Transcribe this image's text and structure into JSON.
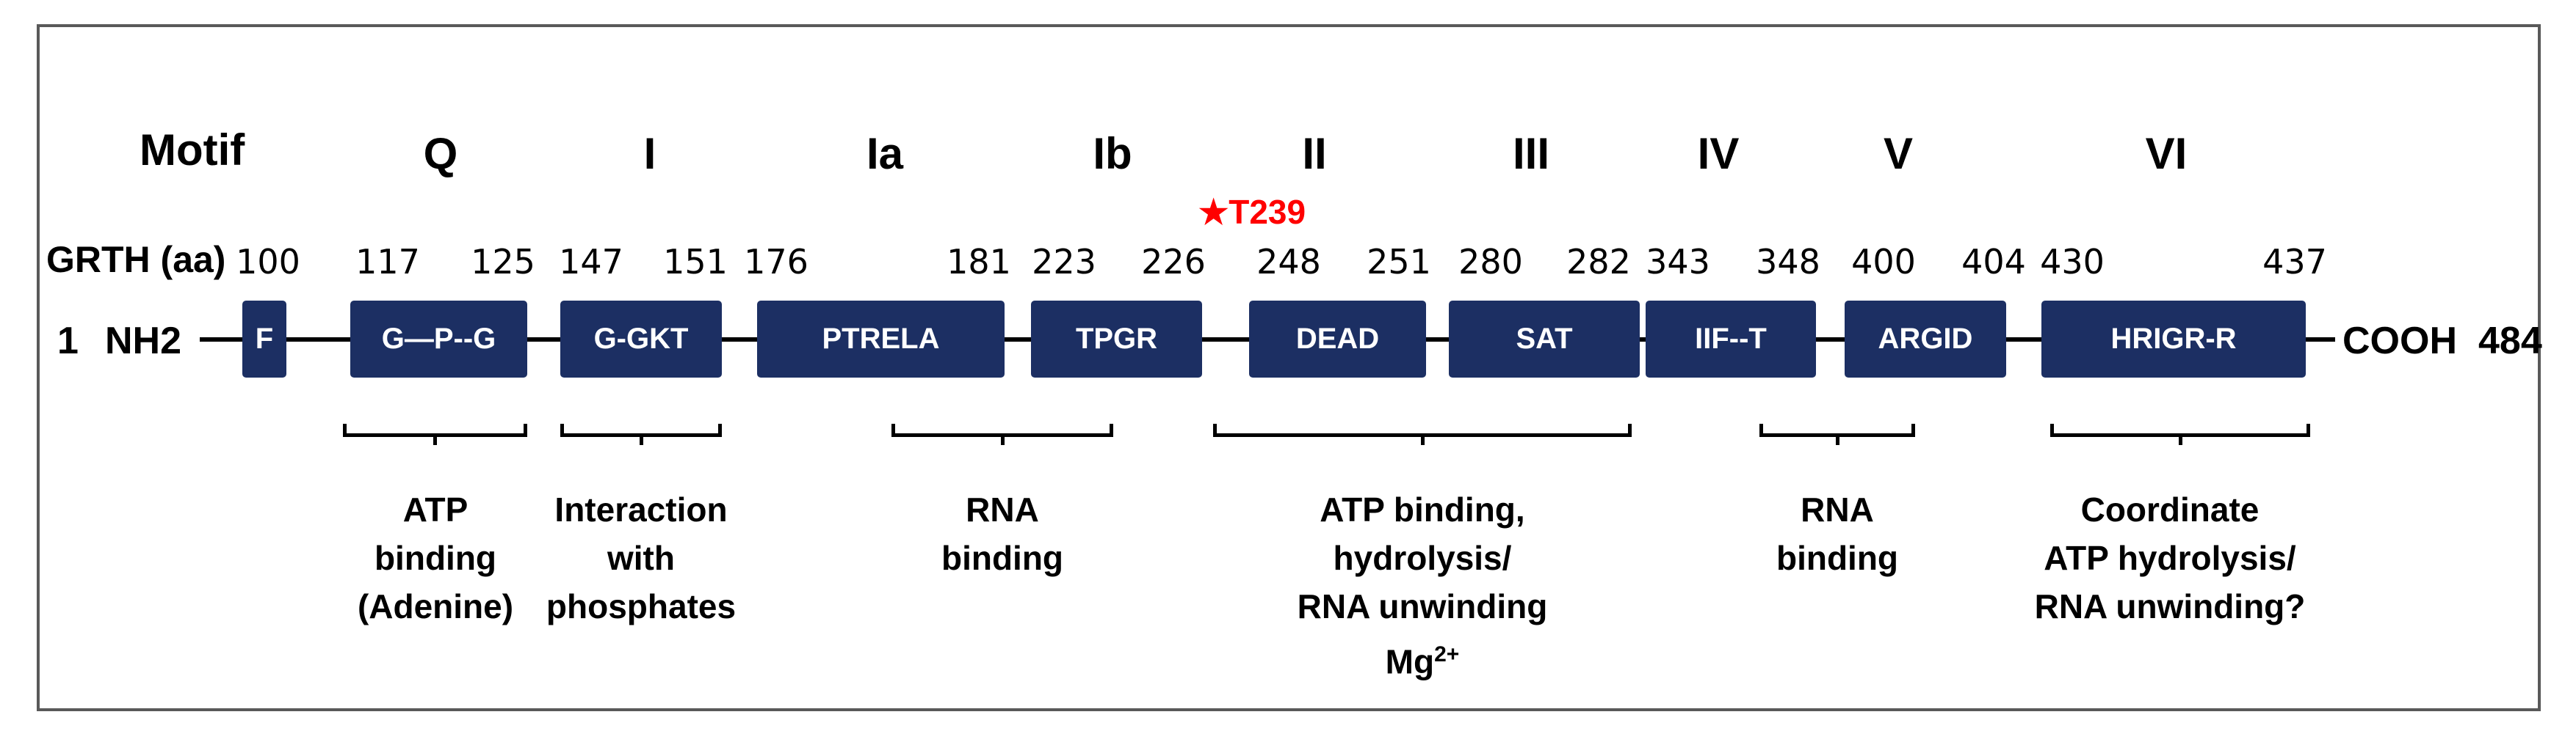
{
  "colors": {
    "box_fill": "#1c2f63",
    "box_text": "#ffffff",
    "mutation": "#ff0000",
    "frame": "#595959"
  },
  "header": {
    "motif_label": "Motif",
    "grth_label": "GRTH (aa)"
  },
  "mutation": {
    "icon": "star-icon",
    "star": "★",
    "label": "T239"
  },
  "motifs": [
    "Q",
    "I",
    "Ia",
    "Ib",
    "II",
    "III",
    "IV",
    "V",
    "VI"
  ],
  "protein": {
    "start_label": "1",
    "n_terminus": "NH2",
    "c_terminus": "COOH",
    "end_label": "484"
  },
  "domains": [
    {
      "label": "F",
      "start": "100",
      "end": ""
    },
    {
      "label": "G—P--G",
      "start": "117",
      "end": "125"
    },
    {
      "label": "G-GKT",
      "start": "147",
      "end": "151"
    },
    {
      "label": "PTRELA",
      "start": "176",
      "end": "181"
    },
    {
      "label": "TPGR",
      "start": "223",
      "end": "226"
    },
    {
      "label": "DEAD",
      "start": "248",
      "end": "251"
    },
    {
      "label": "SAT",
      "start": "280",
      "end": "282"
    },
    {
      "label": "IIF--T",
      "start": "343",
      "end": "348"
    },
    {
      "label": "ARGID",
      "start": "400",
      "end": "404"
    },
    {
      "label": "HRIGR-R",
      "start": "430",
      "end": "437"
    }
  ],
  "functions": [
    {
      "lines": [
        "ATP",
        "binding",
        "(Adenine)"
      ]
    },
    {
      "lines": [
        "Interaction",
        "with",
        "phosphates"
      ]
    },
    {
      "lines": [
        "RNA",
        "binding"
      ]
    },
    {
      "lines": [
        "ATP binding,",
        "hydrolysis/",
        "RNA unwinding"
      ],
      "extra": {
        "base": "Mg",
        "sup": "2+"
      }
    },
    {
      "lines": [
        "RNA",
        "binding"
      ]
    },
    {
      "lines": [
        "Coordinate",
        "ATP hydrolysis/",
        "RNA unwinding?"
      ]
    }
  ]
}
